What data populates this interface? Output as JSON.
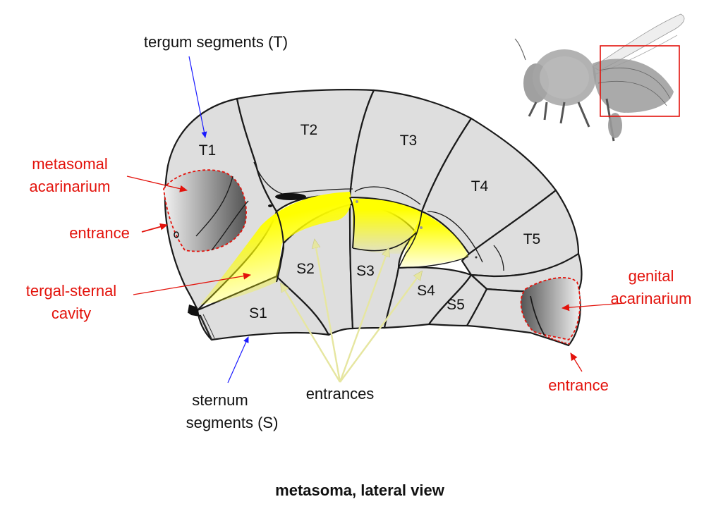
{
  "title": "metasoma, lateral view",
  "labels": {
    "tergum": "tergum segments (T)",
    "metasomal_1": "metasomal",
    "metasomal_2": "acarinarium",
    "entrance_left": "entrance",
    "tergal_1": "tergal-sternal",
    "tergal_2": "cavity",
    "sternum_1": "sternum",
    "sternum_2": "segments (S)",
    "entrances": "entrances",
    "genital_1": "genital",
    "genital_2": "acarinarium",
    "entrance_right": "entrance"
  },
  "segments": {
    "t1": "T1",
    "t2": "T2",
    "t3": "T3",
    "t4": "T4",
    "t5": "T5",
    "s1": "S1",
    "s2": "S2",
    "s3": "S3",
    "s4": "S4",
    "s5": "S5"
  },
  "colors": {
    "label_red": "#e3120b",
    "arrow_blue": "#1a1aff",
    "cavity_yellow": "#ffff00",
    "arrow_yellow": "#e6e6a0",
    "plate_gray": "#dedede"
  },
  "icons": {
    "inset": "bee-illustration-icon"
  }
}
